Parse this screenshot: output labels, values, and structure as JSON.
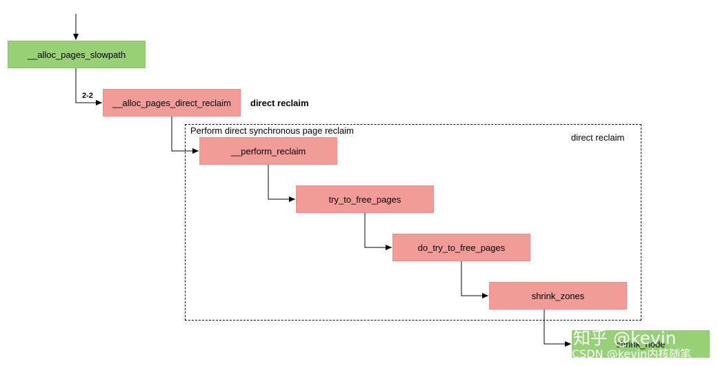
{
  "nodes": {
    "alloc_pages_slowpath": "__alloc_pages_slowpath",
    "alloc_pages_direct_reclaim": "__alloc_pages_direct_reclaim",
    "perform_reclaim": "__perform_reclaim",
    "try_to_free_pages": "try_to_free_pages",
    "do_try_to_free_pages": "do_try_to_free_pages",
    "shrink_zones": "shrink_zones",
    "shrink_node": "shrink_node"
  },
  "labels": {
    "edge_2_2": "2-2",
    "direct_reclaim_bold": "direct reclaim",
    "group_title": "Perform direct synchronous page reclaim",
    "group_tag": "direct reclaim"
  },
  "watermark": {
    "line1": "知乎 @kevin",
    "line2": "CSDN @kevin内核随笔"
  },
  "colors": {
    "green_node": "#97d077",
    "red_node": "#f19c99",
    "lines": "#000000"
  }
}
